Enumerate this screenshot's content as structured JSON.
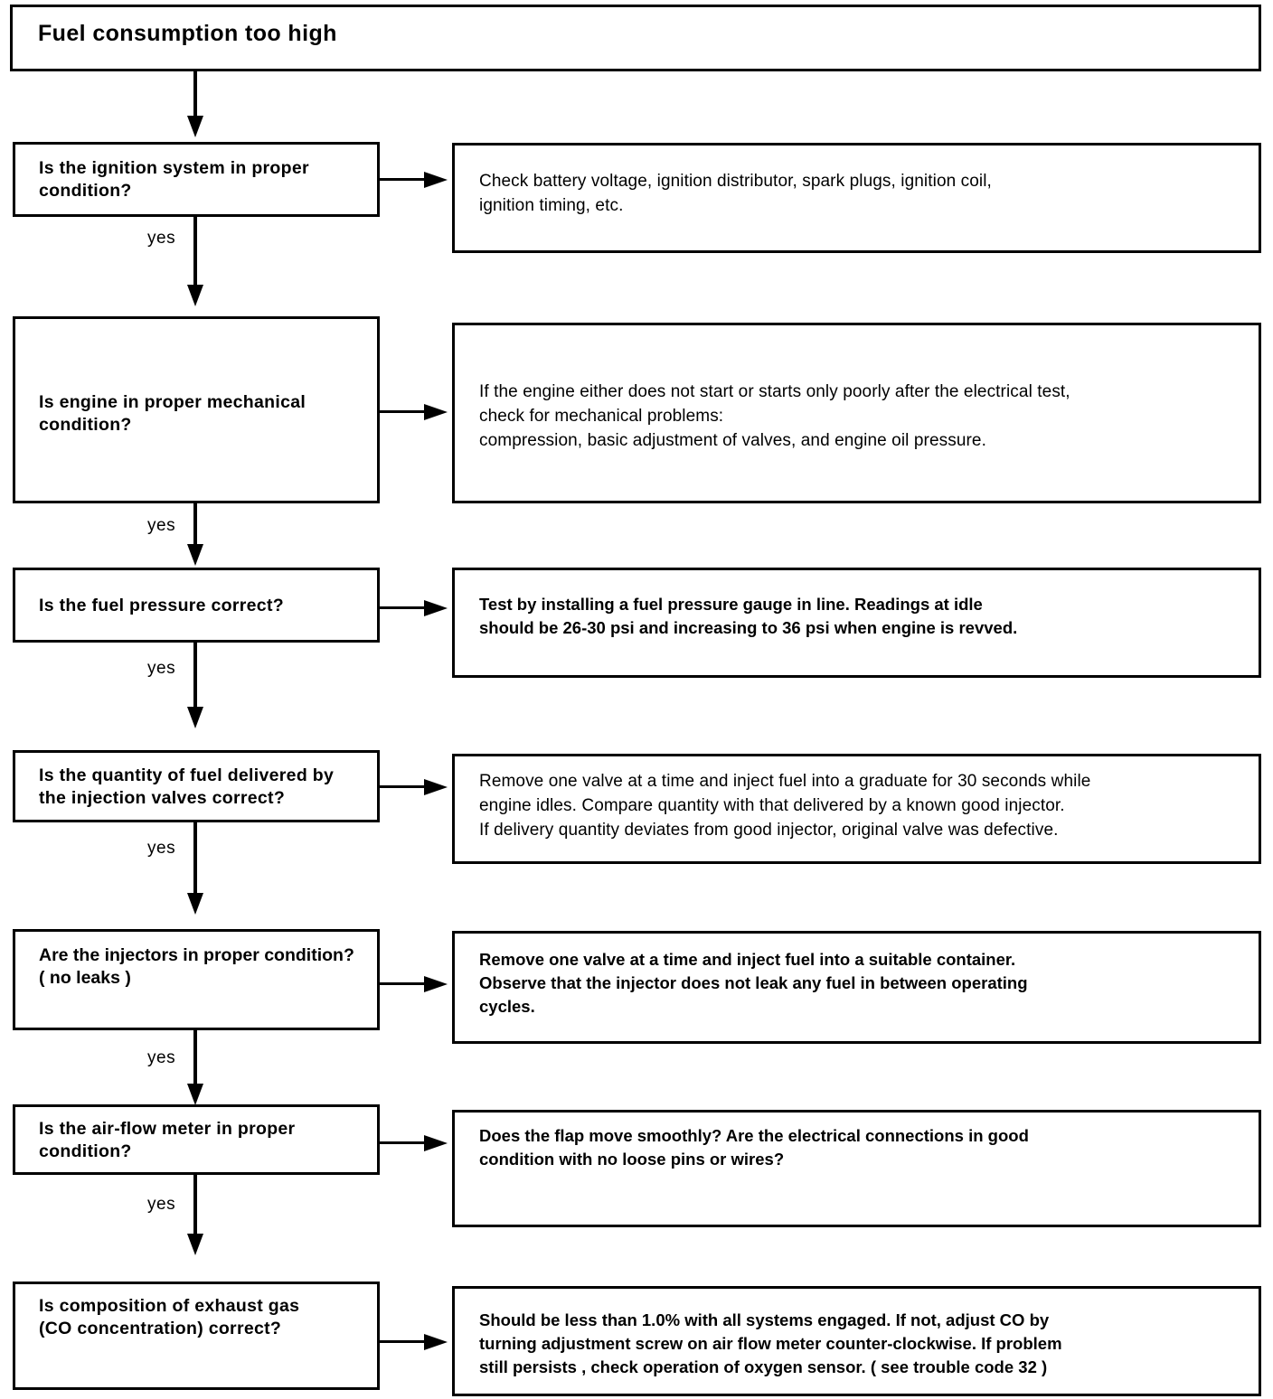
{
  "diagram": {
    "title": "Fuel consumption too high",
    "branch_label": "yes",
    "steps": [
      {
        "question": "Is the ignition system in proper\ncondition?",
        "action": "Check battery voltage, ignition distributor, spark plugs, ignition coil,\nignition timing, etc."
      },
      {
        "question": "Is engine in proper mechanical\ncondition?",
        "action": "If the engine either does not start or starts only poorly after the electrical test,\ncheck for mechanical problems:\ncompression, basic adjustment of valves, and engine oil pressure."
      },
      {
        "question": "Is the fuel pressure correct?",
        "action": "Test by installing a fuel pressure gauge in line. Readings at idle\n  should be 26-30 psi and increasing to 36 psi when engine is revved."
      },
      {
        "question": "Is the quantity of fuel delivered by\nthe injection valves correct?",
        "action": "Remove one valve at a time and inject fuel into a graduate for 30 seconds while\nengine idles. Compare quantity with that delivered by a known good injector.\nIf delivery quantity deviates from good injector, original valve was defective."
      },
      {
        "question": "Are the injectors in proper condition?\n( no leaks )",
        "action": "Remove one valve at a time and inject fuel into a suitable container.\nObserve that the injector does not leak any fuel in between operating\ncycles."
      },
      {
        "question": "Is the air-flow meter in proper\ncondition?",
        "action": "Does the flap move smoothly? Are the electrical connections in good\ncondition with no loose pins or wires?"
      },
      {
        "question": "Is composition of exhaust gas\n(CO concentration) correct?",
        "action": "Should be less than 1.0% with all systems engaged. If not, adjust CO by\nturning adjustment screw on air flow meter counter-clockwise. If problem\nstill persists , check operation of oxygen sensor. ( see trouble code 32 )"
      }
    ]
  }
}
